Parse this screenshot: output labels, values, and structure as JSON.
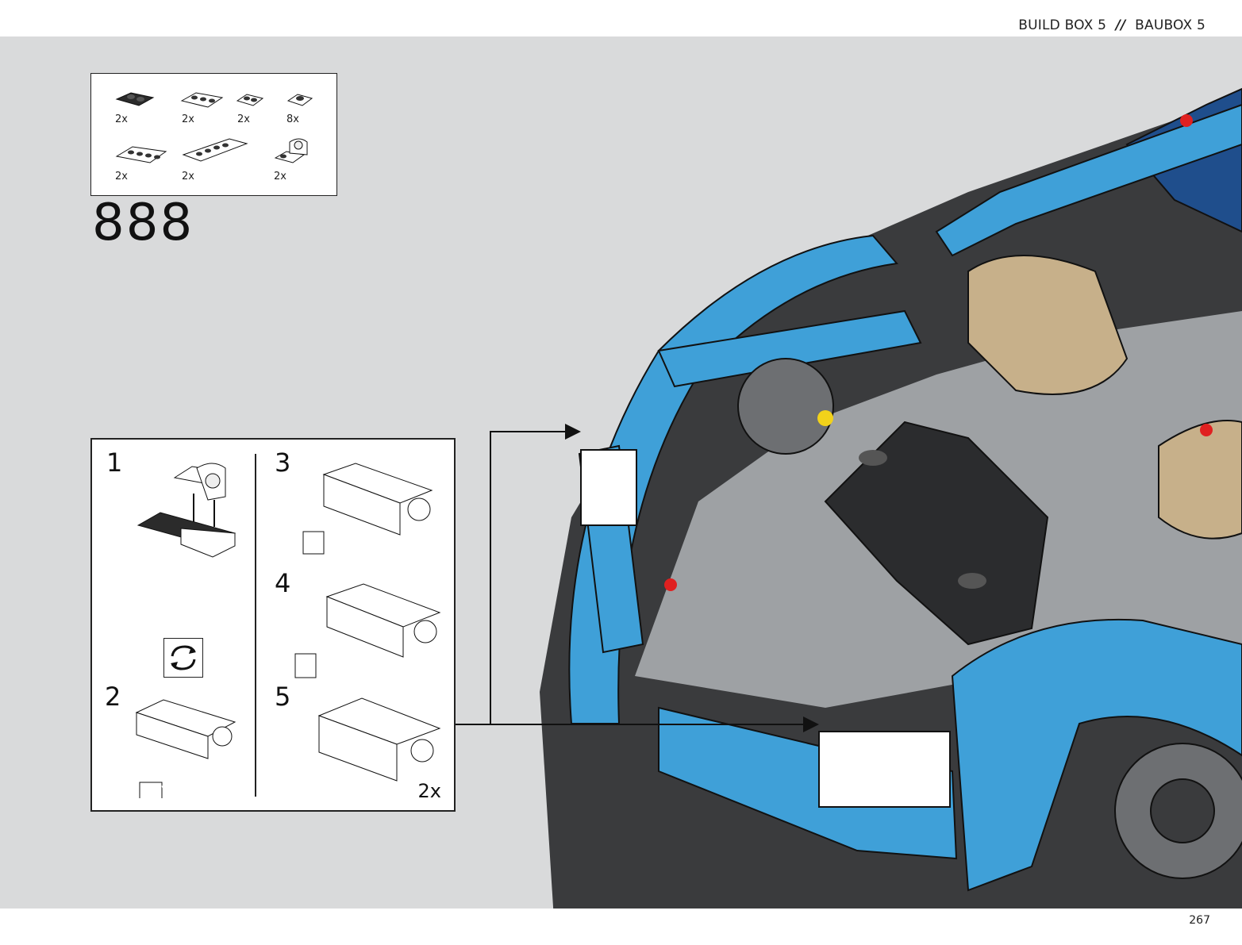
{
  "header": {
    "left_text": "BUILD BOX 5",
    "separator": "//",
    "right_text": "BAUBOX 5"
  },
  "footer": {
    "page_number": "267"
  },
  "step": {
    "number": "888"
  },
  "parts_list": [
    {
      "icon": "dark-plate-1x2-icon",
      "qty": "2x",
      "color": "#2b2b2b"
    },
    {
      "icon": "white-plate-1x3-icon",
      "qty": "2x",
      "color": "#ffffff"
    },
    {
      "icon": "white-plate-1x2-icon",
      "qty": "2x",
      "color": "#ffffff"
    },
    {
      "icon": "white-plate-1x1-icon",
      "qty": "8x",
      "color": "#ffffff"
    },
    {
      "icon": "white-plate-1x4-icon",
      "qty": "2x",
      "color": "#ffffff"
    },
    {
      "icon": "white-plate-1x6-icon",
      "qty": "2x",
      "color": "#ffffff"
    },
    {
      "icon": "white-round-brick-icon",
      "qty": "2x",
      "color": "#ffffff"
    }
  ],
  "subassembly": {
    "substeps": [
      "1",
      "2",
      "3",
      "4",
      "5"
    ],
    "multiplier": "2x",
    "rotate_icon": "rotate-model-icon"
  },
  "colors": {
    "background": "#d9dadb",
    "body_blue": "#3fa0d8",
    "dark_blue": "#1f4e8c",
    "dark_grey": "#333333",
    "light_grey": "#b9bcbf",
    "tan": "#c7b08a",
    "accent_red": "#e02020",
    "accent_yellow": "#f2d21a"
  }
}
